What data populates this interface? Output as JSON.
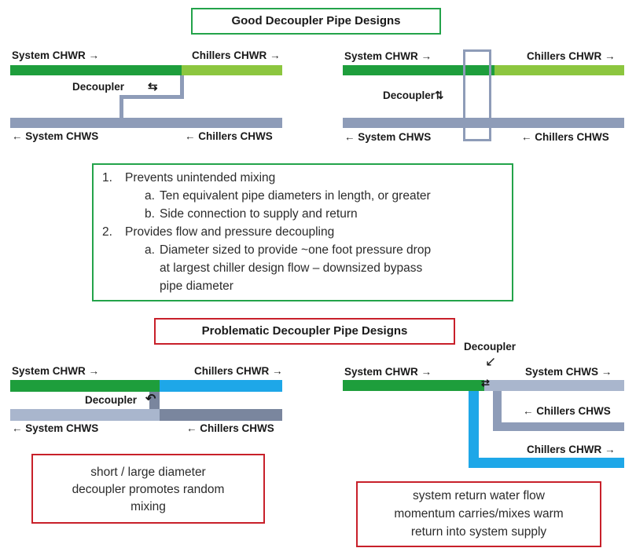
{
  "colors": {
    "green": "#1e9e3c",
    "light_green": "#8cc63f",
    "gray_blue": "#8e9cb8",
    "light_gray_blue": "#a9b6cd",
    "dark_gray_blue": "#7a869e",
    "blue": "#1ea7e8",
    "good_border": "#23a34a",
    "bad_border": "#c8202a"
  },
  "good": {
    "title": "Good Decoupler Pipe Designs",
    "left": {
      "system_chwr": "System CHWR →",
      "chillers_chwr": "Chillers CHWR →",
      "decoupler": "Decoupler",
      "decoupler_arrows": "⇆",
      "system_chws": "← System CHWS",
      "chillers_chws": "← Chillers CHWS"
    },
    "right": {
      "system_chwr": "System CHWR →",
      "chillers_chwr": "Chillers CHWR →",
      "decoupler": "Decoupler⇅",
      "system_chws": "← System CHWS",
      "chillers_chws": "← Chillers CHWS"
    },
    "notes": {
      "n1_num": "1.",
      "n1": "Prevents unintended mixing",
      "n1a_num": "a.",
      "n1a": "Ten equivalent pipe diameters in length, or greater",
      "n1b_num": "b.",
      "n1b": "Side connection to supply and return",
      "n2_num": "2.",
      "n2": "Provides flow and pressure decoupling",
      "n2a_num": "a.",
      "n2a_l1": "Diameter sized to provide ~one foot pressure drop",
      "n2a_l2": "at largest chiller design flow – downsized bypass",
      "n2a_l3": "pipe diameter"
    }
  },
  "bad": {
    "title": "Problematic Decoupler Pipe Designs",
    "left": {
      "system_chwr": "System CHWR →",
      "chillers_chwr": "Chillers CHWR →",
      "decoupler": "Decoupler",
      "decoupler_arrow": "↶",
      "system_chws": "← System CHWS",
      "chillers_chws": "← Chillers CHWS",
      "note_l1": "short / large diameter",
      "note_l2": "decoupler promotes random",
      "note_l3": "mixing"
    },
    "right": {
      "decoupler": "Decoupler",
      "decoupler_pointer": "↙",
      "decoupler_arrows": "⇄",
      "system_chwr": "System CHWR →",
      "system_chws": "System CHWS →",
      "chillers_chws": "← Chillers CHWS",
      "chillers_chwr": "Chillers CHWR →",
      "note_l1": "system return water flow",
      "note_l2": "momentum carries/mixes warm",
      "note_l3": "return into system supply"
    }
  }
}
